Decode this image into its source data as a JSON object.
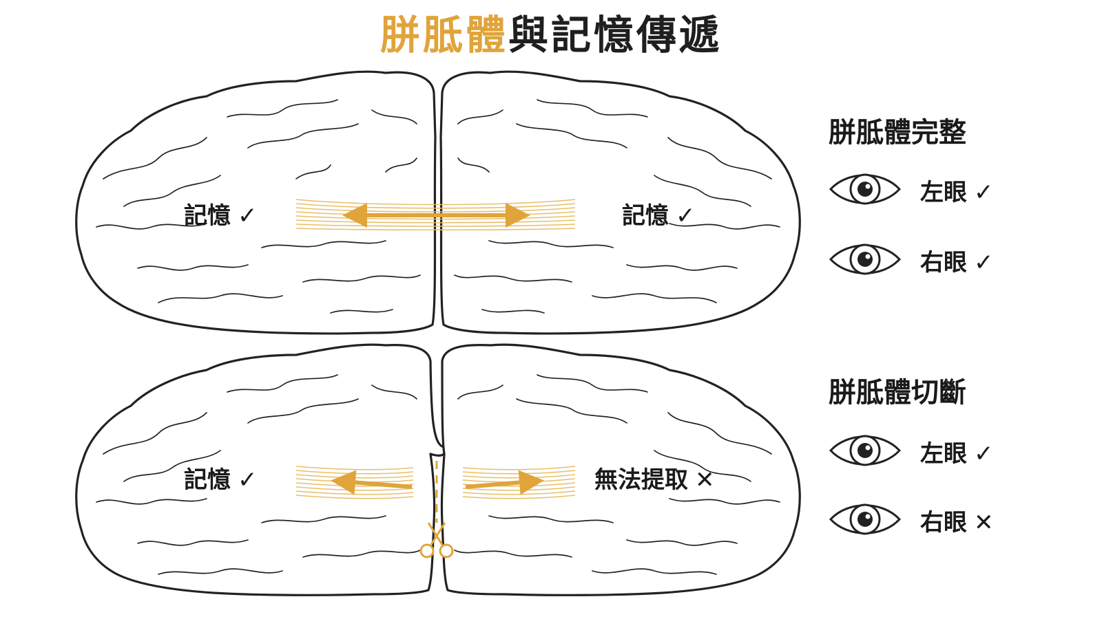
{
  "title": {
    "highlight": "胼胝體",
    "rest": "與記憶傳遞"
  },
  "colors": {
    "accent": "#e0a43a",
    "stroke": "#222222"
  },
  "top_brain": {
    "left_label": "記憶",
    "left_mark": "✓",
    "right_label": "記憶",
    "right_mark": "✓",
    "arrow": "double-arrow"
  },
  "bottom_brain": {
    "left_label": "記憶",
    "left_mark": "✓",
    "right_label": "無法提取",
    "right_mark": "✕",
    "cut_icon": "scissors-icon"
  },
  "panel_intact": {
    "title": "胼胝體完整",
    "left_eye": {
      "label": "左眼",
      "mark": "✓"
    },
    "right_eye": {
      "label": "右眼",
      "mark": "✓"
    }
  },
  "panel_cut": {
    "title": "胼胝體切斷",
    "left_eye": {
      "label": "左眼",
      "mark": "✓"
    },
    "right_eye": {
      "label": "右眼",
      "mark": "✕"
    }
  }
}
